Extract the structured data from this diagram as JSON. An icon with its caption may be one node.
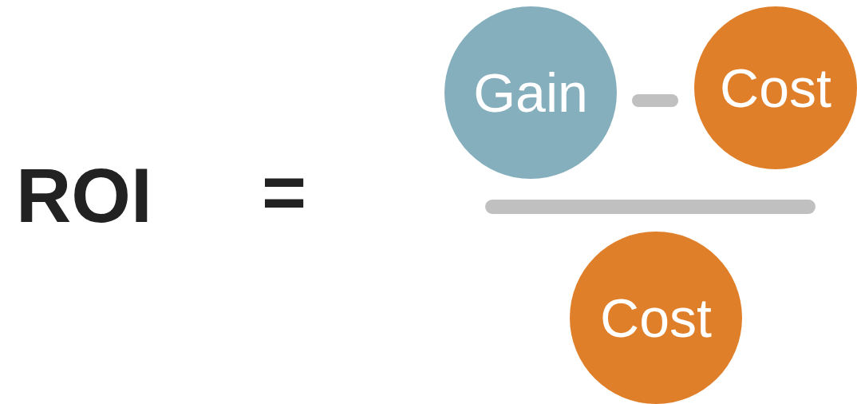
{
  "diagram": {
    "nodes": [
      {
        "text": [
          "Gain"
        ]
      },
      {
        "text": [],
        "shape": "bar"
      },
      {
        "text": [
          "Cost"
        ]
      },
      {
        "text": [],
        "shape": "bar"
      },
      {
        "text": [
          "Cost"
        ]
      }
    ],
    "labels": [
      "ROI",
      "="
    ]
  }
}
